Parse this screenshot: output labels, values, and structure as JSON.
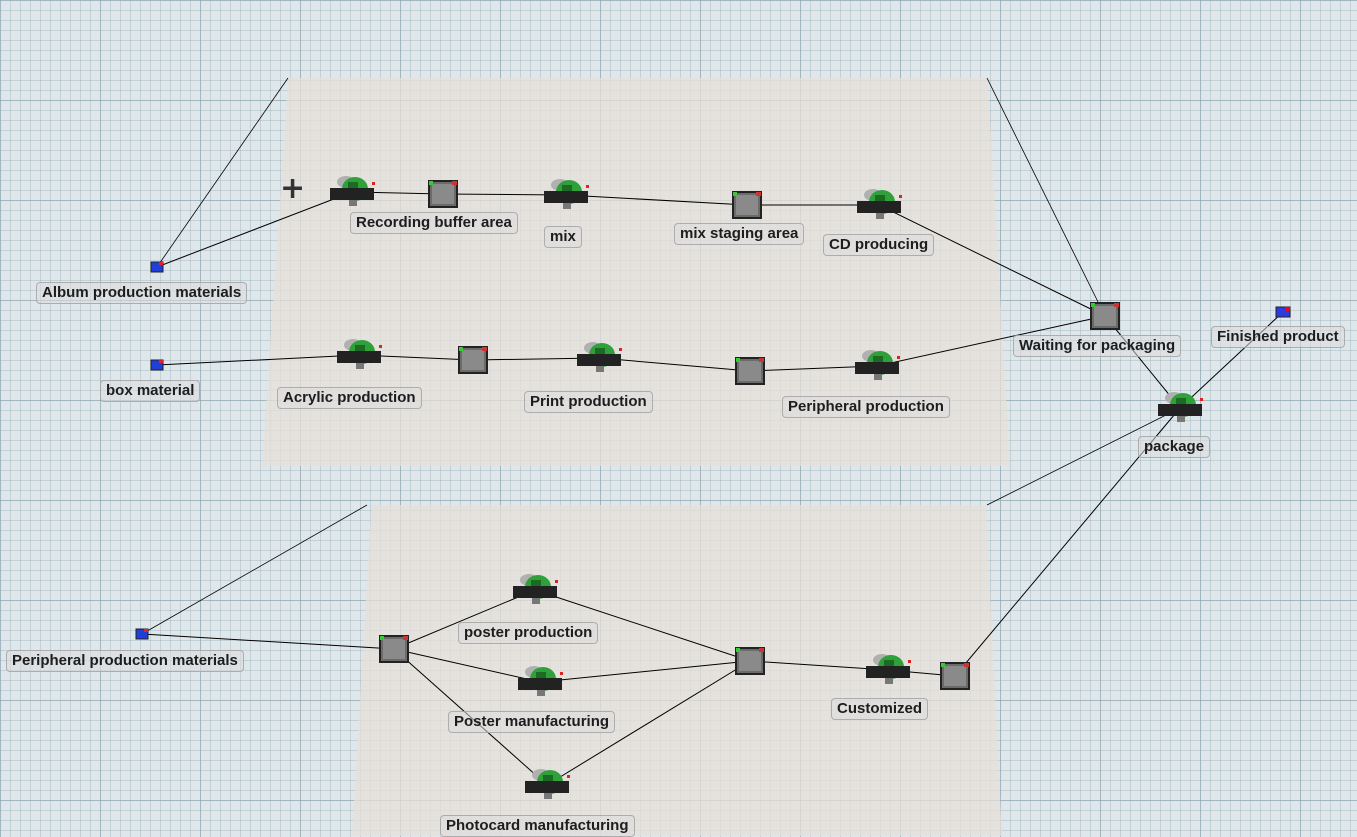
{
  "colors": {
    "background": "#dfe7ea",
    "floor": "#e8e0d8",
    "connector": "#000000",
    "source": "#1f3fd6",
    "machine_green": "#2fa03a",
    "queue_gray": "#555555"
  },
  "labels": {
    "album_materials": "Album production materials",
    "recording_buffer": "Recording buffer area",
    "mix": "mix",
    "mix_staging": "mix staging area",
    "cd_producing": "CD producing",
    "box_material": "box material",
    "acrylic": "Acrylic production",
    "print": "Print production",
    "peripheral_prod": "Peripheral production",
    "waiting_packaging": "Waiting for packaging",
    "finished_product": "Finished product",
    "package": "package",
    "peripheral_materials": "Peripheral production materials",
    "poster_production": "poster production",
    "poster_manufacturing": "Poster manufacturing",
    "photocard": "Photocard manufacturing",
    "customized": "Customized"
  },
  "objects": [
    {
      "id": "album_materials",
      "type": "source",
      "icon": "source-icon"
    },
    {
      "id": "box_material",
      "type": "source",
      "icon": "source-icon"
    },
    {
      "id": "peripheral_materials",
      "type": "source",
      "icon": "source-icon"
    },
    {
      "id": "finished_product",
      "type": "sink",
      "icon": "sink-icon"
    },
    {
      "id": "recording_machine",
      "type": "processor",
      "icon": "processor-icon"
    },
    {
      "id": "recording_buffer",
      "type": "queue",
      "icon": "queue-icon"
    },
    {
      "id": "mix",
      "type": "processor",
      "icon": "processor-icon"
    },
    {
      "id": "mix_staging",
      "type": "queue",
      "icon": "queue-icon"
    },
    {
      "id": "cd_producing",
      "type": "processor",
      "icon": "processor-icon"
    },
    {
      "id": "acrylic",
      "type": "processor",
      "icon": "processor-icon"
    },
    {
      "id": "acrylic_queue",
      "type": "queue",
      "icon": "queue-icon"
    },
    {
      "id": "print",
      "type": "processor",
      "icon": "processor-icon"
    },
    {
      "id": "print_queue",
      "type": "queue",
      "icon": "queue-icon"
    },
    {
      "id": "peripheral_prod",
      "type": "processor",
      "icon": "processor-icon"
    },
    {
      "id": "waiting_packaging",
      "type": "queue",
      "icon": "queue-icon"
    },
    {
      "id": "package",
      "type": "processor",
      "icon": "processor-icon"
    },
    {
      "id": "peripheral_queue",
      "type": "queue",
      "icon": "queue-icon"
    },
    {
      "id": "poster_production",
      "type": "processor",
      "icon": "processor-icon"
    },
    {
      "id": "poster_manufacturing",
      "type": "processor",
      "icon": "processor-icon"
    },
    {
      "id": "photocard",
      "type": "processor",
      "icon": "processor-icon"
    },
    {
      "id": "merge_queue",
      "type": "queue",
      "icon": "queue-icon"
    },
    {
      "id": "customized",
      "type": "processor",
      "icon": "processor-icon"
    },
    {
      "id": "customized_queue",
      "type": "queue",
      "icon": "queue-icon"
    }
  ],
  "connections": [
    [
      "album_materials",
      "recording_machine"
    ],
    [
      "recording_machine",
      "recording_buffer"
    ],
    [
      "recording_buffer",
      "mix"
    ],
    [
      "mix",
      "mix_staging"
    ],
    [
      "mix_staging",
      "cd_producing"
    ],
    [
      "cd_producing",
      "waiting_packaging"
    ],
    [
      "box_material",
      "acrylic"
    ],
    [
      "acrylic",
      "acrylic_queue"
    ],
    [
      "acrylic_queue",
      "print"
    ],
    [
      "print",
      "print_queue"
    ],
    [
      "print_queue",
      "peripheral_prod"
    ],
    [
      "peripheral_prod",
      "waiting_packaging"
    ],
    [
      "waiting_packaging",
      "package"
    ],
    [
      "package",
      "finished_product"
    ],
    [
      "peripheral_materials",
      "peripheral_queue"
    ],
    [
      "peripheral_queue",
      "poster_production"
    ],
    [
      "peripheral_queue",
      "poster_manufacturing"
    ],
    [
      "peripheral_queue",
      "photocard"
    ],
    [
      "poster_production",
      "merge_queue"
    ],
    [
      "poster_manufacturing",
      "merge_queue"
    ],
    [
      "photocard",
      "merge_queue"
    ],
    [
      "merge_queue",
      "customized"
    ],
    [
      "customized",
      "customized_queue"
    ],
    [
      "customized_queue",
      "package"
    ]
  ]
}
